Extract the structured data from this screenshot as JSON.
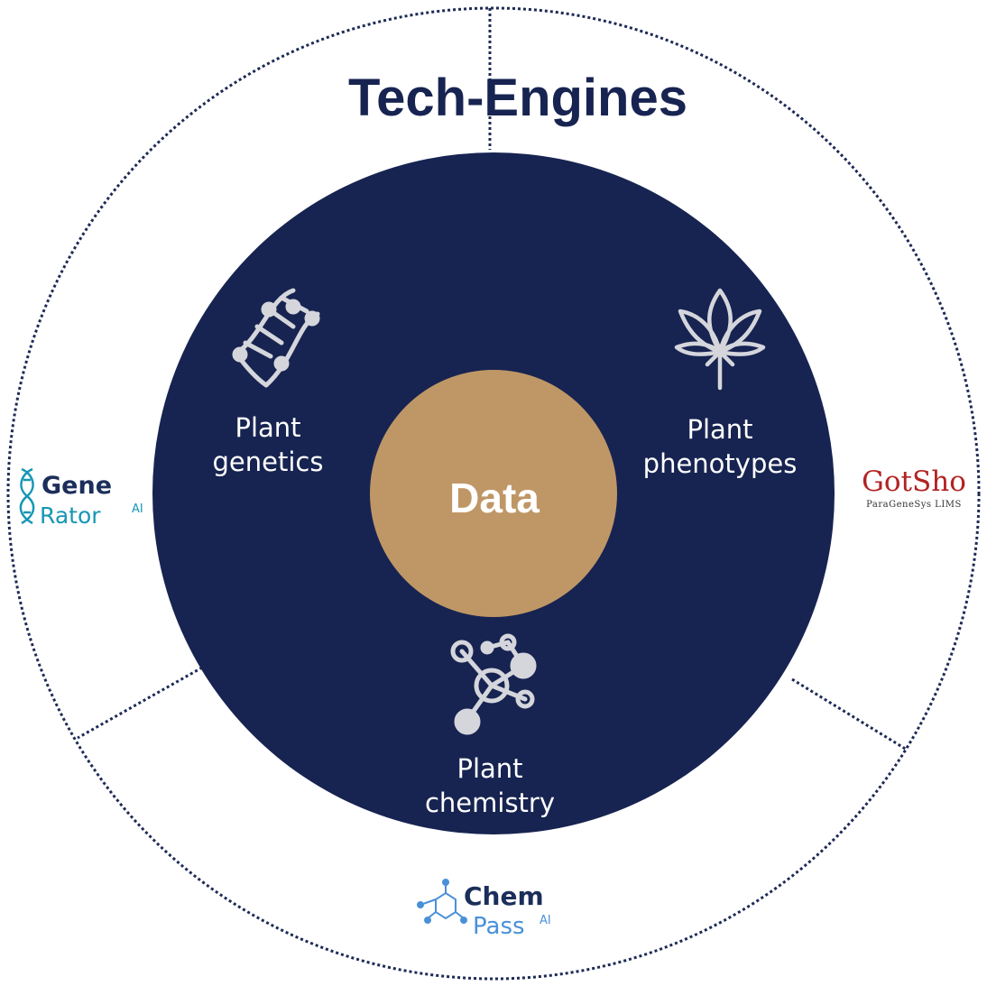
{
  "title": "Tech-Engines",
  "center": {
    "label": "Data"
  },
  "segments": [
    {
      "id": "genetics",
      "line1": "Plant",
      "line2": "genetics",
      "icon": "dna-icon"
    },
    {
      "id": "phenotypes",
      "line1": "Plant",
      "line2": "phenotypes",
      "icon": "cannabis-leaf-icon"
    },
    {
      "id": "chemistry",
      "line1": "Plant",
      "line2": "chemistry",
      "icon": "molecule-icon"
    }
  ],
  "logos": {
    "generator": {
      "line1": "Gene",
      "line2": "Rator",
      "suffix": "AI"
    },
    "gotsho": {
      "name": "GotSho",
      "sub": "ParaGeneSys LIMS"
    },
    "chempass": {
      "line1": "Chem",
      "line2": "Pass",
      "suffix": "AI"
    }
  },
  "colors": {
    "navy": "#172451",
    "gold": "#BF9766",
    "dotted": "#1E2A55",
    "icon": "#D5D6DC",
    "teal": "#1697B4",
    "chempass_blue": "#4A90D9",
    "gotsho_red": "#B22222"
  }
}
